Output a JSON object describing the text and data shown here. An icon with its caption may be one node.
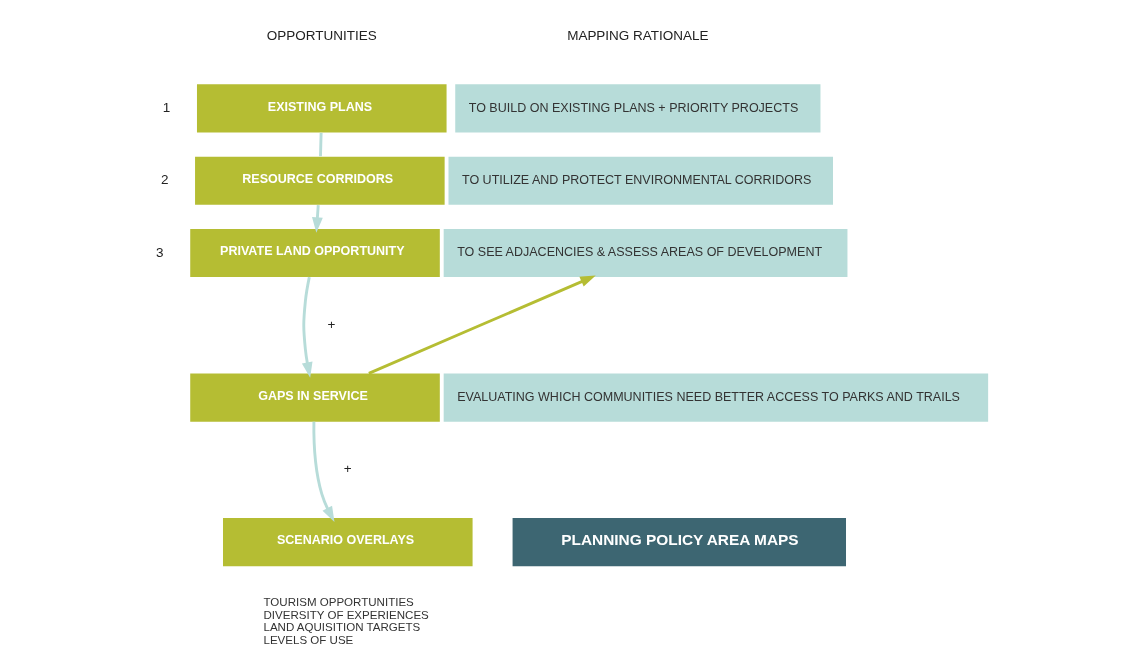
{
  "diagram": {
    "nodes": [
      {
        "text": [
          "EXISTING PLANS"
        ]
      },
      {
        "text": [
          "TO BUILD ON EXISTING PLANS + PRIORITY PROJECTS"
        ]
      },
      {
        "text": [
          "RESOURCE CORRIDORS"
        ]
      },
      {
        "text": [
          "TO UTILIZE AND PROTECT ENVIRONMENTAL CORRIDORS"
        ]
      },
      {
        "text": [
          "PRIVATE LAND OPPORTUNITY"
        ]
      },
      {
        "text": [
          "TO SEE ADJACENCIES & ASSESS AREAS OF DEVELOPMENT"
        ]
      },
      {
        "text": [
          "GAPS IN SERVICE"
        ]
      },
      {
        "text": [
          "EVALUATING WHICH COMMUNITIES NEED BETTER ACCESS TO PARKS AND TRAILS"
        ]
      },
      {
        "text": [
          "SCENARIO OVERLAYS"
        ],
        "beside": [
          "TOURISM OPPORTUNITIES",
          "DIVERSITY OF EXPERIENCES",
          "LAND AQUISITION TARGETS",
          "LEVELS OF USE"
        ]
      },
      {
        "text": [
          "PLANNING POLICY AREA MAPS"
        ]
      }
    ],
    "edges": [
      {
        "from": 0,
        "to": 2,
        "arrow": "none"
      },
      {
        "from": 2,
        "to": 4,
        "arrow": "to"
      },
      {
        "from": 4,
        "to": 6,
        "arrow": "to"
      },
      {
        "from": 6,
        "to": 8,
        "arrow": "to"
      },
      {
        "from": 6,
        "to": 5,
        "arrow": "to",
        "color": "#b5bd33"
      }
    ],
    "labels": [
      "OPPORTUNITIES",
      "MAPPING RATIONALE",
      "1",
      "2",
      "3",
      "+",
      "+"
    ]
  }
}
